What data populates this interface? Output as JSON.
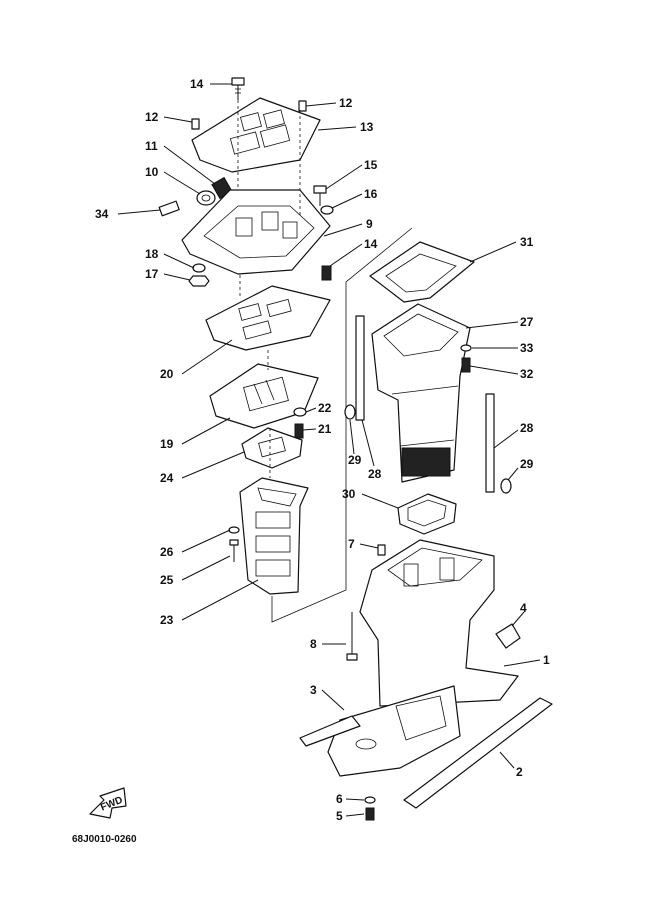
{
  "drawing_code": "68J0010-0260",
  "fwd_label": "FWD",
  "callouts": {
    "p1": "1",
    "p2": "2",
    "p3": "3",
    "p4": "4",
    "p5": "5",
    "p6": "6",
    "p7": "7",
    "p8": "8",
    "p9": "9",
    "p10": "10",
    "p11": "11",
    "p12a": "12",
    "p12b": "12",
    "p13": "13",
    "p14a": "14",
    "p14b": "14",
    "p15": "15",
    "p16": "16",
    "p17": "17",
    "p18": "18",
    "p19": "19",
    "p20": "20",
    "p21": "21",
    "p22": "22",
    "p23": "23",
    "p24": "24",
    "p25": "25",
    "p26": "26",
    "p27": "27",
    "p28a": "28",
    "p28b": "28",
    "p29a": "29",
    "p29b": "29",
    "p30": "30",
    "p31": "31",
    "p32": "32",
    "p33": "33",
    "p34": "34"
  }
}
